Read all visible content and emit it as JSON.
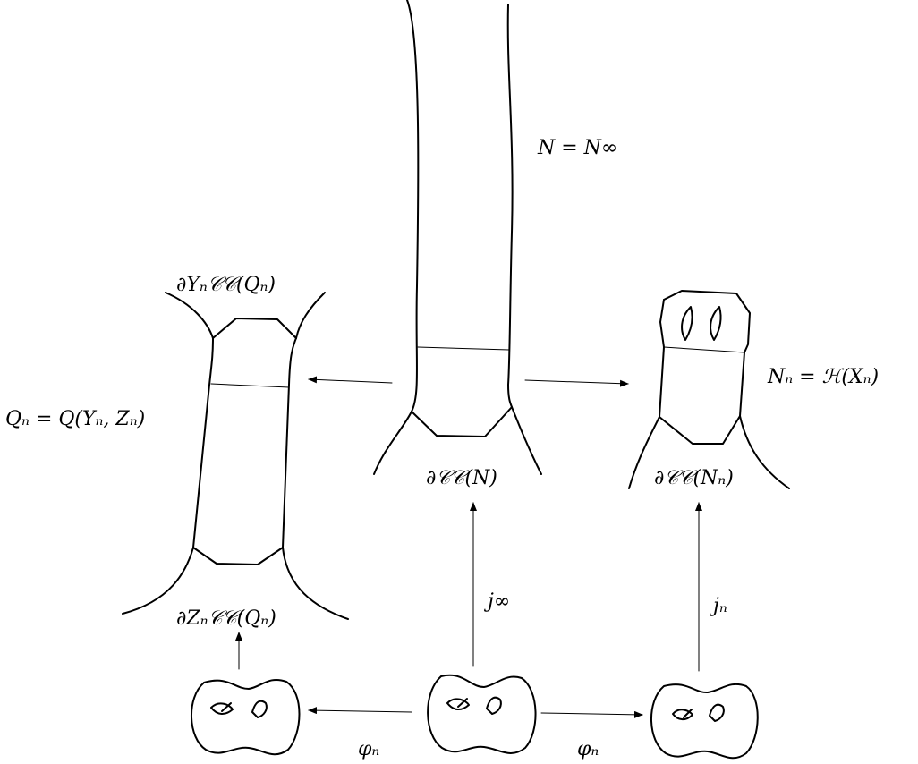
{
  "labels": {
    "n_infinity": "N = N∞",
    "n_n_hull": "Nₙ = ℋ(Xₙ)",
    "q_n": "Qₙ = Q(Yₙ, Zₙ)",
    "boundary_y": "∂Yₙ𝒞𝒞(Qₙ)",
    "boundary_z": "∂Zₙ𝒞𝒞(Qₙ)",
    "boundary_n": "∂𝒞𝒞(N)",
    "boundary_n_n": "∂𝒞𝒞(Nₙ)",
    "j_infinity": "j∞",
    "j_n": "jₙ",
    "phi_left": "φₙ",
    "phi_right": "φₙ"
  },
  "colors": {
    "ink": "#000000",
    "background": "#ffffff"
  }
}
